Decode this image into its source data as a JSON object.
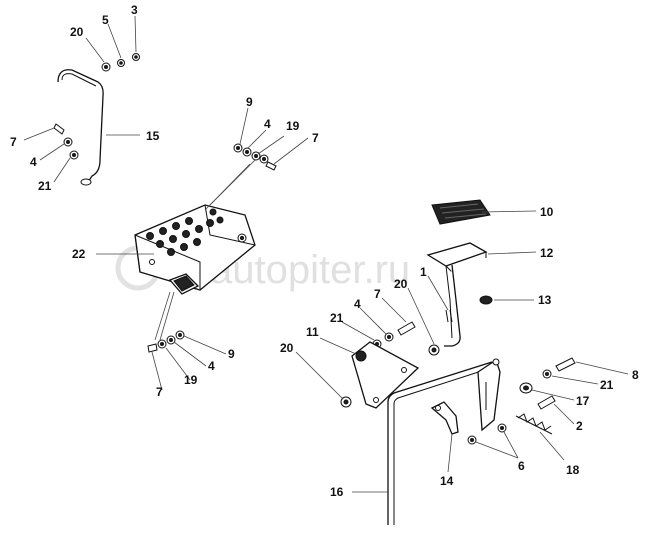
{
  "labels": {
    "l3": "3",
    "l5": "5",
    "l20a": "20",
    "l15": "15",
    "l7a": "7",
    "l4a": "4",
    "l21a": "21",
    "l9a": "9",
    "l4b": "4",
    "l19a": "19",
    "l7b": "7",
    "l22": "22",
    "l9b": "9",
    "l4c": "4",
    "l19b": "19",
    "l7c": "7",
    "l10": "10",
    "l12": "12",
    "l13": "13",
    "l1": "1",
    "l20b": "20",
    "l7d": "7",
    "l4d": "4",
    "l21b": "21",
    "l11": "11",
    "l20c": "20",
    "l8": "8",
    "l21c": "21",
    "l17": "17",
    "l2": "2",
    "l6": "6",
    "l18": "18",
    "l14": "14",
    "l16": "16"
  },
  "watermark": "autopiter.ru"
}
